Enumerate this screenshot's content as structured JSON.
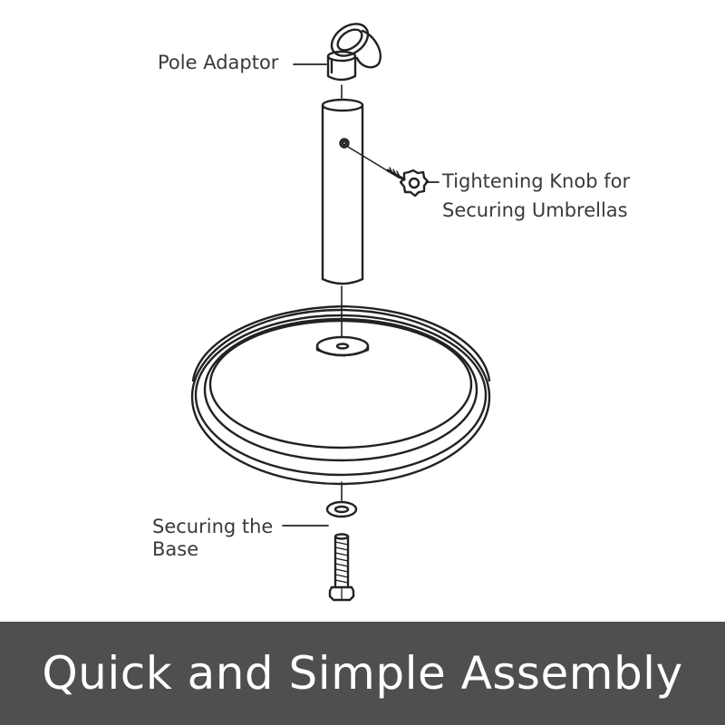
{
  "labels": {
    "pole_adaptor": "Pole Adaptor",
    "tightening_knob_line1": "Tightening Knob for",
    "tightening_knob_line2": "Securing Umbrellas",
    "securing_base_line1": "Securing the",
    "securing_base_line2": "Base"
  },
  "banner": {
    "title": "Quick and Simple Assembly"
  },
  "colors": {
    "line": "#222222",
    "label_text": "#3a3a3a",
    "banner_bg": "#4f4f4f",
    "banner_text": "#ffffff"
  }
}
